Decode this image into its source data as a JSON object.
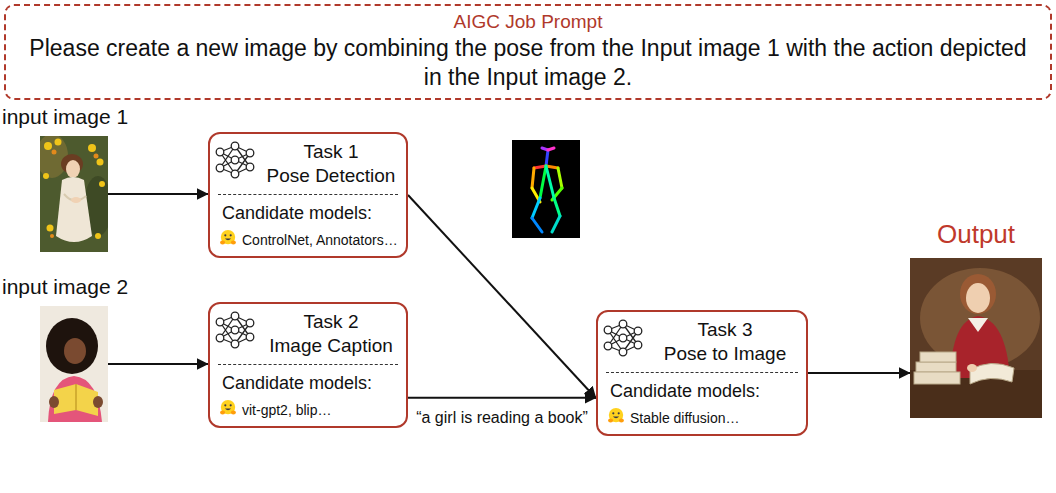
{
  "diagram": {
    "nodes": [
      {
        "text": [
          "AIGC Job Prompt",
          "Please create a new image by combining the pose from the Input image 1 with the action depicted in the Input image 2."
        ]
      },
      {
        "text": [
          "input image 1"
        ]
      },
      {
        "text": [
          "Task 1",
          "Pose Detection",
          "Candidate models:",
          "ControlNet, Annotators…"
        ]
      },
      {
        "text": [
          "input image 2"
        ]
      },
      {
        "text": [
          "Task 2",
          "Image Caption",
          "Candidate models:",
          "vit-gpt2, blip…"
        ]
      },
      {
        "text": [
          "Task 3",
          "Pose to Image",
          "Candidate models:",
          "Stable diffusion…"
        ]
      },
      {
        "text": [
          "Output"
        ]
      }
    ],
    "edges": [
      {
        "from": 1,
        "to": 2,
        "arrow": "to"
      },
      {
        "from": 3,
        "to": 4,
        "arrow": "to"
      },
      {
        "from": 2,
        "to": 5,
        "arrow": "to"
      },
      {
        "from": 4,
        "to": 5,
        "arrow": "to",
        "label": "“a girl is reading a book”"
      },
      {
        "from": 5,
        "to": 6,
        "arrow": "to"
      }
    ]
  }
}
